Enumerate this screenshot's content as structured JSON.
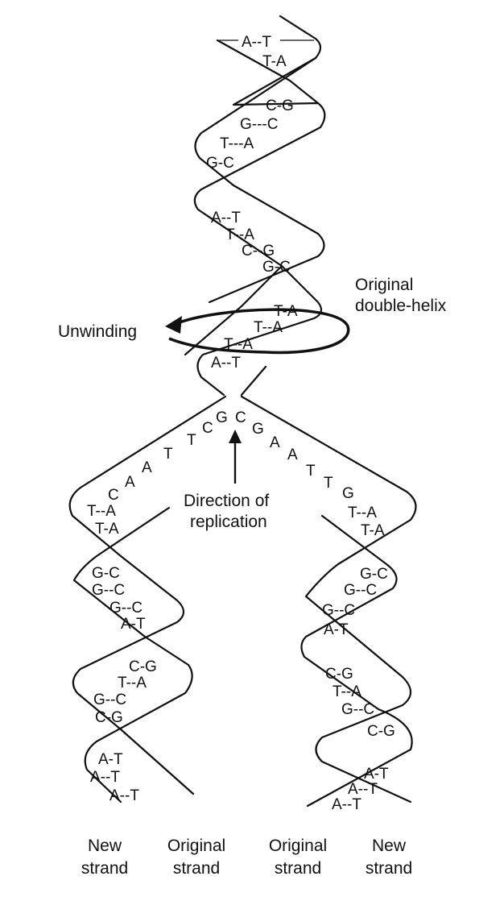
{
  "labels": {
    "original_helix_line1": "Original",
    "original_helix_line2": "double-helix",
    "unwinding": "Unwinding",
    "direction_line1": "Direction of",
    "direction_line2": "replication",
    "bottom": [
      {
        "line1": "New",
        "line2": "strand"
      },
      {
        "line1": "Original",
        "line2": "strand"
      },
      {
        "line1": "Original",
        "line2": "strand"
      },
      {
        "line1": "New",
        "line2": "strand"
      }
    ]
  },
  "top_helix_pairs": [
    "A--T",
    "T-A",
    "C-G",
    "G---C",
    "T---A",
    "G-C",
    "A--T",
    "T--A",
    "C--G",
    "G-C",
    "T-A",
    "T--A",
    "T--A",
    "A--T"
  ],
  "fork_left_bases": [
    "C",
    "A",
    "A",
    "T",
    "T",
    "C",
    "G"
  ],
  "fork_right_bases": [
    "C",
    "G",
    "A",
    "A",
    "T",
    "T",
    "G"
  ],
  "left_helix_pairs": [
    "T--A",
    "T-A",
    "G-C",
    "G--C",
    "G--C",
    "A-T",
    "C-G",
    "T--A",
    "G--C",
    "C-G",
    "A-T",
    "A--T",
    "A--T"
  ],
  "right_helix_pairs": [
    "T--A",
    "T-A",
    "G-C",
    "G--C",
    "G--C",
    "A-T",
    "C-G",
    "T--A",
    "G--C",
    "C-G",
    "A-T",
    "A--T",
    "A--T"
  ]
}
